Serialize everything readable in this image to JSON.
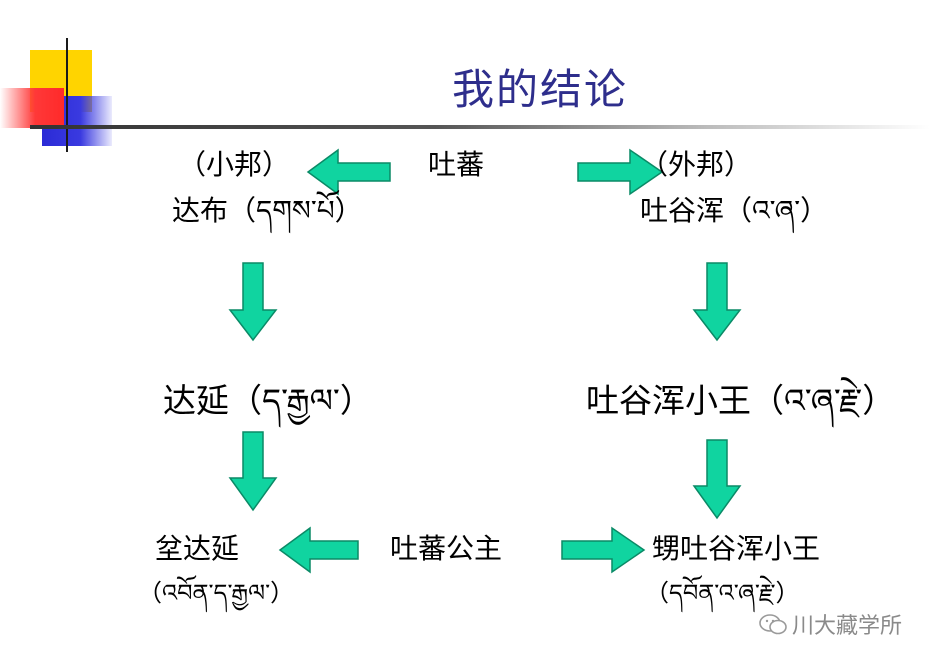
{
  "title": "我的结论",
  "nodes": {
    "tubo": "吐蕃",
    "xiaobang": "（小邦）",
    "waibang": "（外邦）",
    "dabu": "达布（དགས་པོ）",
    "tuyuhun": "吐谷浑（འ་ཞ་）",
    "dayan": "达延（ད་རྒྱལ་）",
    "tuyuhun_king": "吐谷浑小王（འ་ཞ་རྗེ་）",
    "tubo_princess": "吐蕃公主",
    "dayan_maternal": "坌达延",
    "dayan_maternal_tib": "（འབོན་ད་རྒྱལ་）",
    "tuyuhun_nephew": "甥吐谷浑小王",
    "tuyuhun_nephew_tib": "（དབོན་འ་ཞ་རྗེ་）"
  },
  "watermark": "川大藏学所",
  "colors": {
    "arrow_fill": "#10d4a0",
    "arrow_stroke": "#0a8a66",
    "title": "#2e2e8c"
  }
}
